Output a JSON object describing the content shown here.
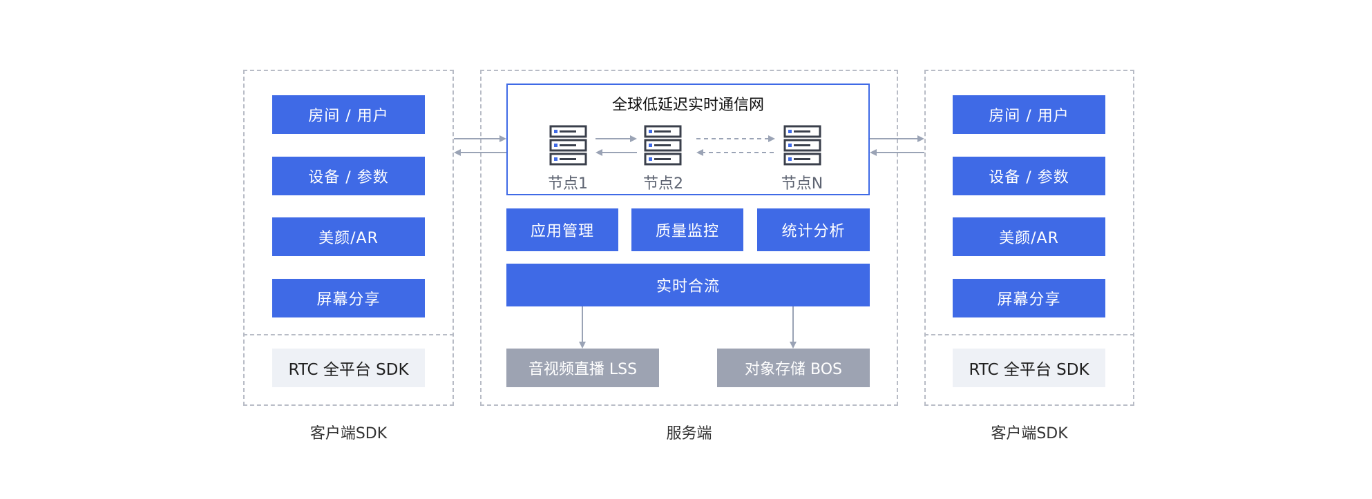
{
  "left_client": {
    "modules": [
      "房间 / 用户",
      "设备 / 参数",
      "美颜/AR",
      "屏幕分享"
    ],
    "sdk": "RTC 全平台 SDK",
    "caption": "客户端SDK"
  },
  "server": {
    "network": {
      "title": "全球低延迟实时通信网",
      "nodes": [
        "节点1",
        "节点2",
        "节点N"
      ]
    },
    "services": [
      "应用管理",
      "质量监控",
      "统计分析"
    ],
    "merge": "实时合流",
    "outputs": [
      "音视频直播 LSS",
      "对象存储 BOS"
    ],
    "caption": "服务端"
  },
  "right_client": {
    "modules": [
      "房间 / 用户",
      "设备 / 参数",
      "美颜/AR",
      "屏幕分享"
    ],
    "sdk": "RTC 全平台 SDK",
    "caption": "客户端SDK"
  },
  "colors": {
    "primary_blue": "#3f6ae6",
    "output_gray": "#9da3b2",
    "sdk_bg": "#eef1f6",
    "dashed_border": "#b8bcc6",
    "arrow": "#9aa3b5",
    "server_icon": "#3a3f4b"
  },
  "icons": [
    "server-rack-icon"
  ]
}
